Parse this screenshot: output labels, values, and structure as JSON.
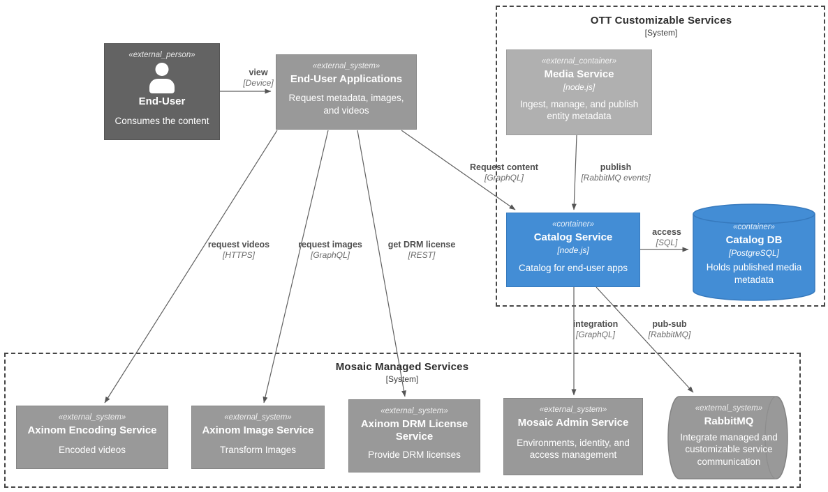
{
  "boundaries": {
    "ott": {
      "title": "OTT Customizable Services",
      "type": "[System]"
    },
    "mosaic": {
      "title": "Mosaic Managed Services",
      "type": "[System]"
    }
  },
  "nodes": {
    "end_user": {
      "stereotype": "«external_person»",
      "name": "End-User",
      "description": "Consumes the content"
    },
    "end_user_apps": {
      "stereotype": "«external_system»",
      "name": "End-User Applications",
      "description": "Request metadata, images, and videos"
    },
    "media_service": {
      "stereotype": "«external_container»",
      "name": "Media Service",
      "tech": "[node.js]",
      "description": "Ingest, manage, and publish entity metadata"
    },
    "catalog_service": {
      "stereotype": "«container»",
      "name": "Catalog Service",
      "tech": "[node.js]",
      "description": "Catalog for end-user apps"
    },
    "catalog_db": {
      "stereotype": "«container»",
      "name": "Catalog DB",
      "tech": "[PostgreSQL]",
      "description": "Holds published media metadata"
    },
    "axinom_encoding": {
      "stereotype": "«external_system»",
      "name": "Axinom Encoding Service",
      "description": "Encoded videos"
    },
    "axinom_image": {
      "stereotype": "«external_system»",
      "name": "Axinom Image Service",
      "description": "Transform Images"
    },
    "axinom_drm": {
      "stereotype": "«external_system»",
      "name": "Axinom DRM License Service",
      "description": "Provide DRM licenses"
    },
    "mosaic_admin": {
      "stereotype": "«external_system»",
      "name": "Mosaic Admin Service",
      "description": "Environments, identity, and access management"
    },
    "rabbitmq": {
      "stereotype": "«external_system»",
      "name": "RabbitMQ",
      "description": "Integrate managed and customizable service communication"
    }
  },
  "edges": {
    "view": {
      "label": "view",
      "tech": "[Device]"
    },
    "request_content": {
      "label": "Request content",
      "tech": "[GraphQL]"
    },
    "publish": {
      "label": "publish",
      "tech": "[RabbitMQ events]"
    },
    "access": {
      "label": "access",
      "tech": "[SQL]"
    },
    "request_videos": {
      "label": "request videos",
      "tech": "[HTTPS]"
    },
    "request_images": {
      "label": "request images",
      "tech": "[GraphQL]"
    },
    "get_drm_license": {
      "label": "get DRM license",
      "tech": "[REST]"
    },
    "integration": {
      "label": "integration",
      "tech": "[GraphQL]"
    },
    "pub_sub": {
      "label": "pub-sub",
      "tech": "[RabbitMQ]"
    }
  },
  "colors": {
    "container_fill": "#438dd5",
    "container_border": "#3679bd",
    "external_system_fill": "#999999",
    "external_system_border": "#858585",
    "external_container_fill": "#b0b0b0",
    "external_container_border": "#9c9c9c",
    "external_person_fill": "#636363",
    "external_person_border": "#545454",
    "edge_line": "#606060",
    "boundary_border": "#454545"
  }
}
